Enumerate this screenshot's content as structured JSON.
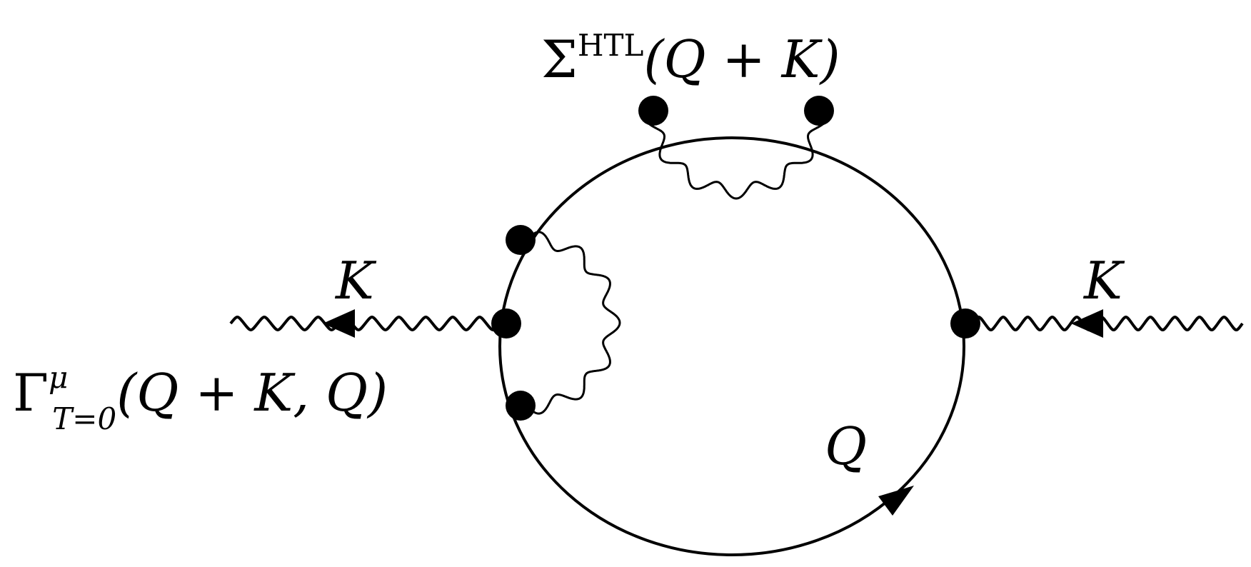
{
  "diagram": {
    "labels": {
      "self_energy_sigma": "Σ",
      "self_energy_sup": "HTL",
      "self_energy_arg": "(Q + K)",
      "vertex_gamma": "Γ",
      "vertex_sup": "μ",
      "vertex_sub": "T=0",
      "vertex_arg": "(Q + K, Q)",
      "momentum_left": "K",
      "momentum_right": "K",
      "momentum_loop": "Q"
    },
    "colors": {
      "ink": "#000000",
      "background": "#ffffff"
    }
  }
}
